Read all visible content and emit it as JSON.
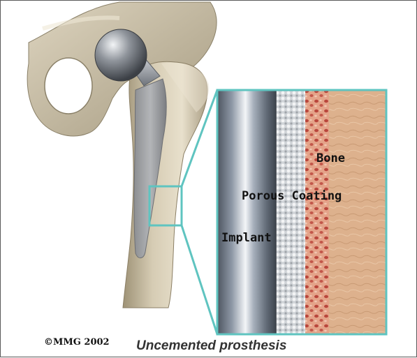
{
  "labels": {
    "bone": "Bone",
    "porous_coating": "Porous Coating",
    "implant": "Implant"
  },
  "copyright": "©MMG 2002",
  "caption": "Uncemented prosthesis",
  "colors": {
    "callout_border": "#5fc4c0",
    "bone": "#e0b48e",
    "bone_shading": "#b8a98f",
    "implant_metal": "#9aa2ad",
    "porous_coating": "#c8ccd0",
    "trabecular": "#d98270"
  }
}
